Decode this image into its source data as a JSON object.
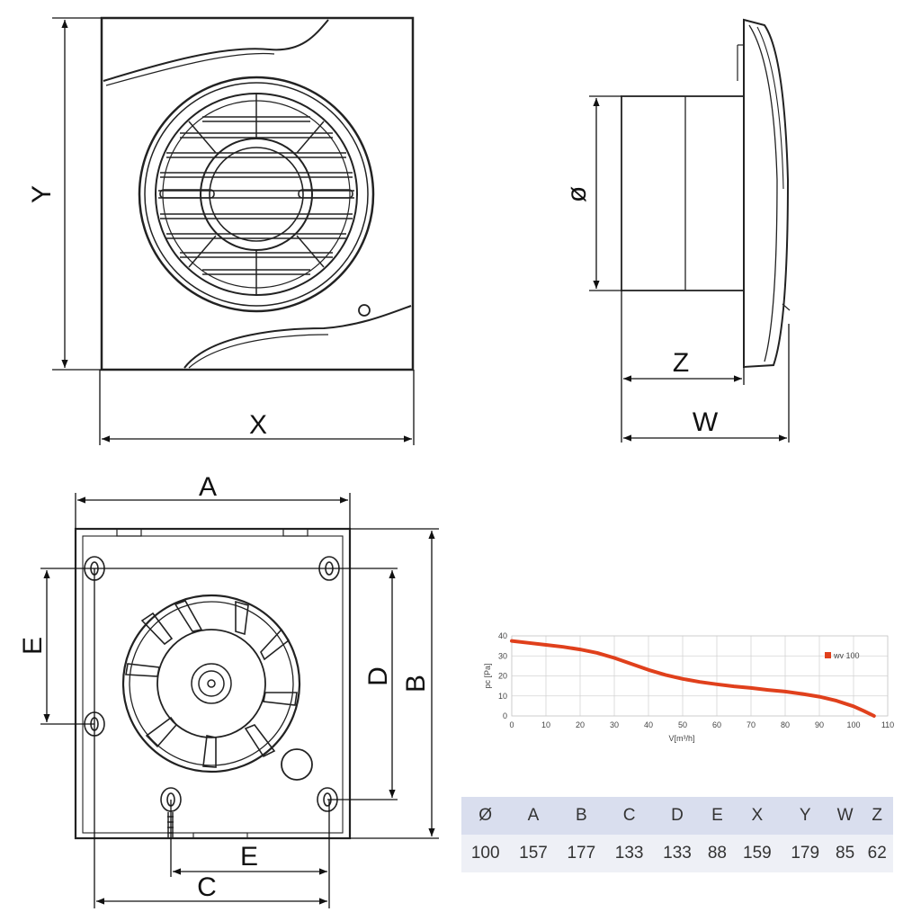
{
  "labels": {
    "front_view": {
      "x": "X",
      "y": "Y"
    },
    "side_view": {
      "diameter": "ø",
      "z": "Z",
      "w": "W"
    },
    "back_view": {
      "a": "A",
      "b": "B",
      "d": "D",
      "e_left": "E",
      "e_bottom": "E",
      "c": "C"
    }
  },
  "chart_data": {
    "type": "line",
    "xlabel": "V[m³/h]",
    "ylabel": "pc [Pa]",
    "xlim": [
      0,
      110
    ],
    "ylim": [
      0,
      40
    ],
    "x_ticks": [
      0,
      10,
      20,
      30,
      40,
      50,
      60,
      70,
      80,
      90,
      100,
      110
    ],
    "y_ticks": [
      0,
      10,
      20,
      30,
      40
    ],
    "grid": true,
    "legend_position": "top-right",
    "series": [
      {
        "name": "wv 100",
        "color": "#e0401c",
        "x": [
          0,
          5,
          10,
          15,
          20,
          25,
          30,
          35,
          40,
          45,
          50,
          55,
          60,
          65,
          70,
          75,
          80,
          85,
          90,
          95,
          100,
          103,
          106
        ],
        "y": [
          37.5,
          36.5,
          35.5,
          34.5,
          33.2,
          31.5,
          29,
          26,
          23,
          20.5,
          18.5,
          17,
          15.8,
          14.8,
          14,
          13,
          12.2,
          11,
          9.6,
          7.6,
          4.8,
          2.5,
          0
        ]
      }
    ]
  },
  "table": {
    "headers": [
      "Ø",
      "A",
      "B",
      "C",
      "D",
      "E",
      "X",
      "Y",
      "W",
      "Z"
    ],
    "values": [
      "100",
      "157",
      "177",
      "133",
      "133",
      "88",
      "159",
      "179",
      "85",
      "62"
    ]
  }
}
